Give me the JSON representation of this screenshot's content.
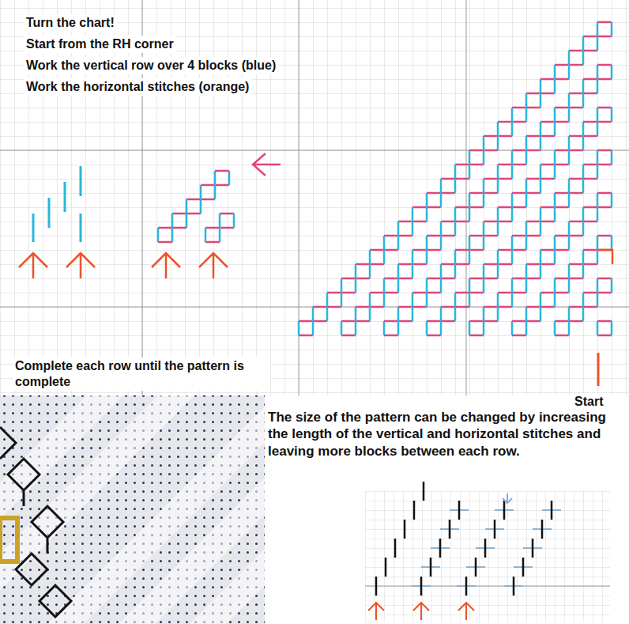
{
  "diagram": {
    "labels": [
      "Turn the chart!",
      "Start from the RH corner",
      "Work the vertical row over 4 blocks (blue)",
      "Work the horizontal stitches (orange)",
      "Complete each row until the pattern is complete",
      "Start",
      "The size of the pattern can be changed by increasing the length of the vertical and horizontal stitches and leaving more blocks between each row."
    ]
  }
}
